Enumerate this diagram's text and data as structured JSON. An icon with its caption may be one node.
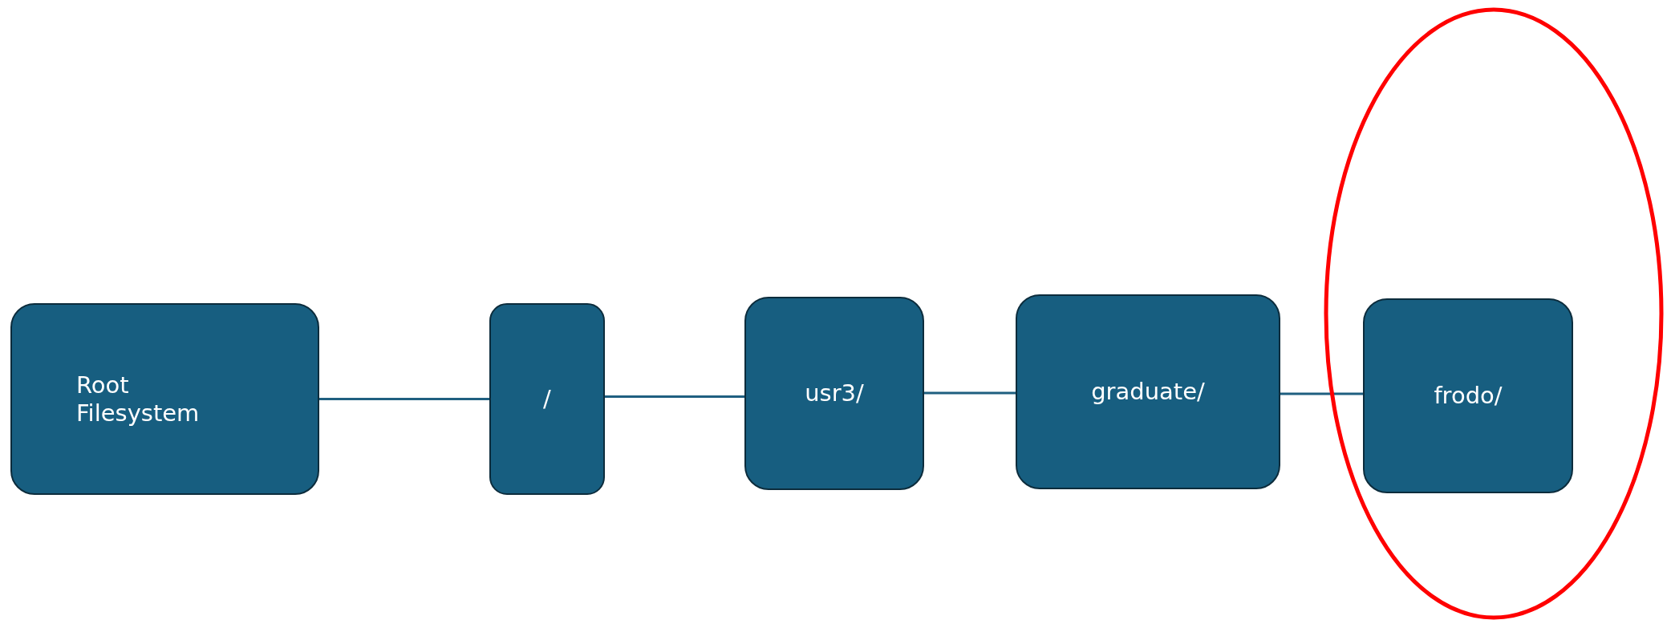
{
  "diagram": {
    "nodes": [
      {
        "text": [
          "Root Filesystem"
        ]
      },
      {
        "text": [
          "/"
        ]
      },
      {
        "text": [
          "usr3/"
        ]
      },
      {
        "text": [
          "graduate/"
        ]
      },
      {
        "text": [],
        "shape": "circle"
      },
      {
        "text": [
          "frodo/"
        ],
        "in": 4
      }
    ],
    "edges": [
      {
        "from": 0,
        "to": 1,
        "arrow": "none"
      },
      {
        "from": 1,
        "to": 2,
        "arrow": "none"
      },
      {
        "from": 2,
        "to": 3,
        "arrow": "none"
      },
      {
        "from": 3,
        "to": 5,
        "arrow": "none"
      }
    ]
  }
}
